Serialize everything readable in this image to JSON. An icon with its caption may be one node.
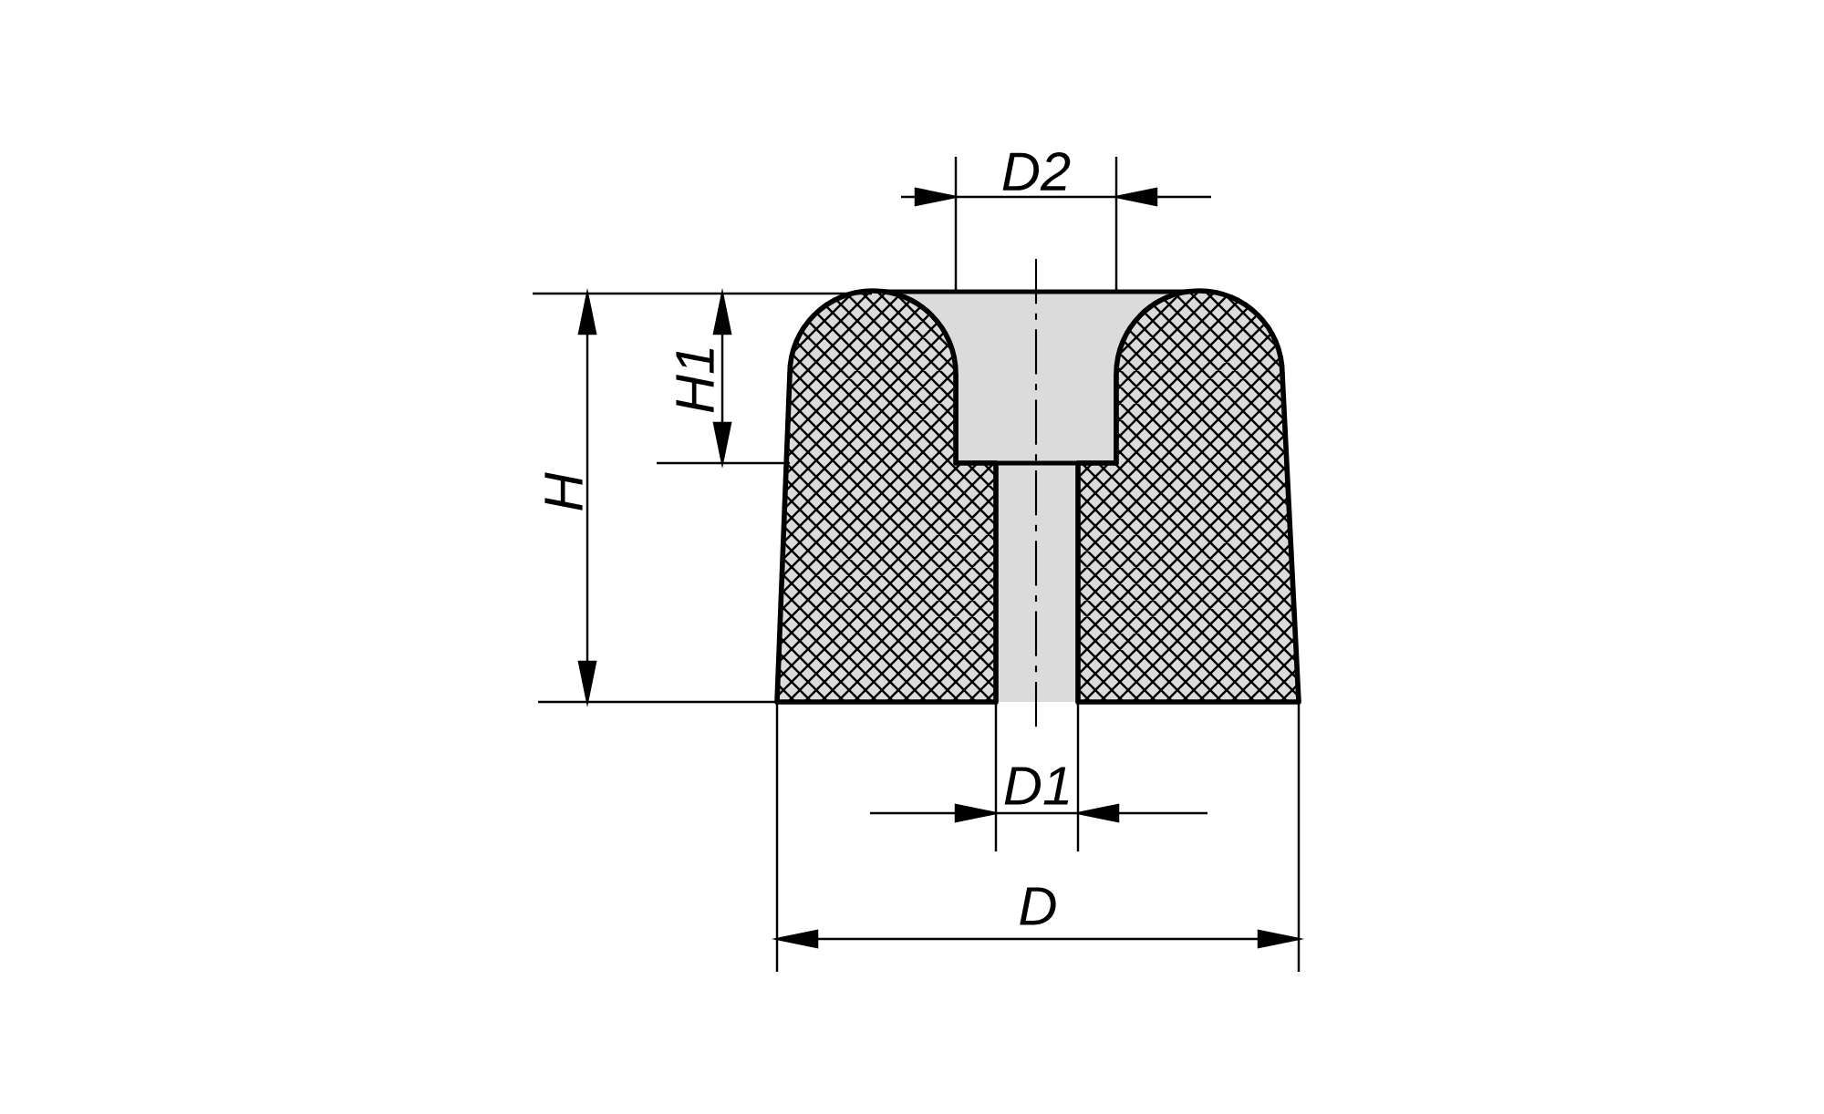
{
  "diagram": {
    "labels": [
      "D2",
      "H1",
      "H",
      "D1",
      "D"
    ]
  }
}
